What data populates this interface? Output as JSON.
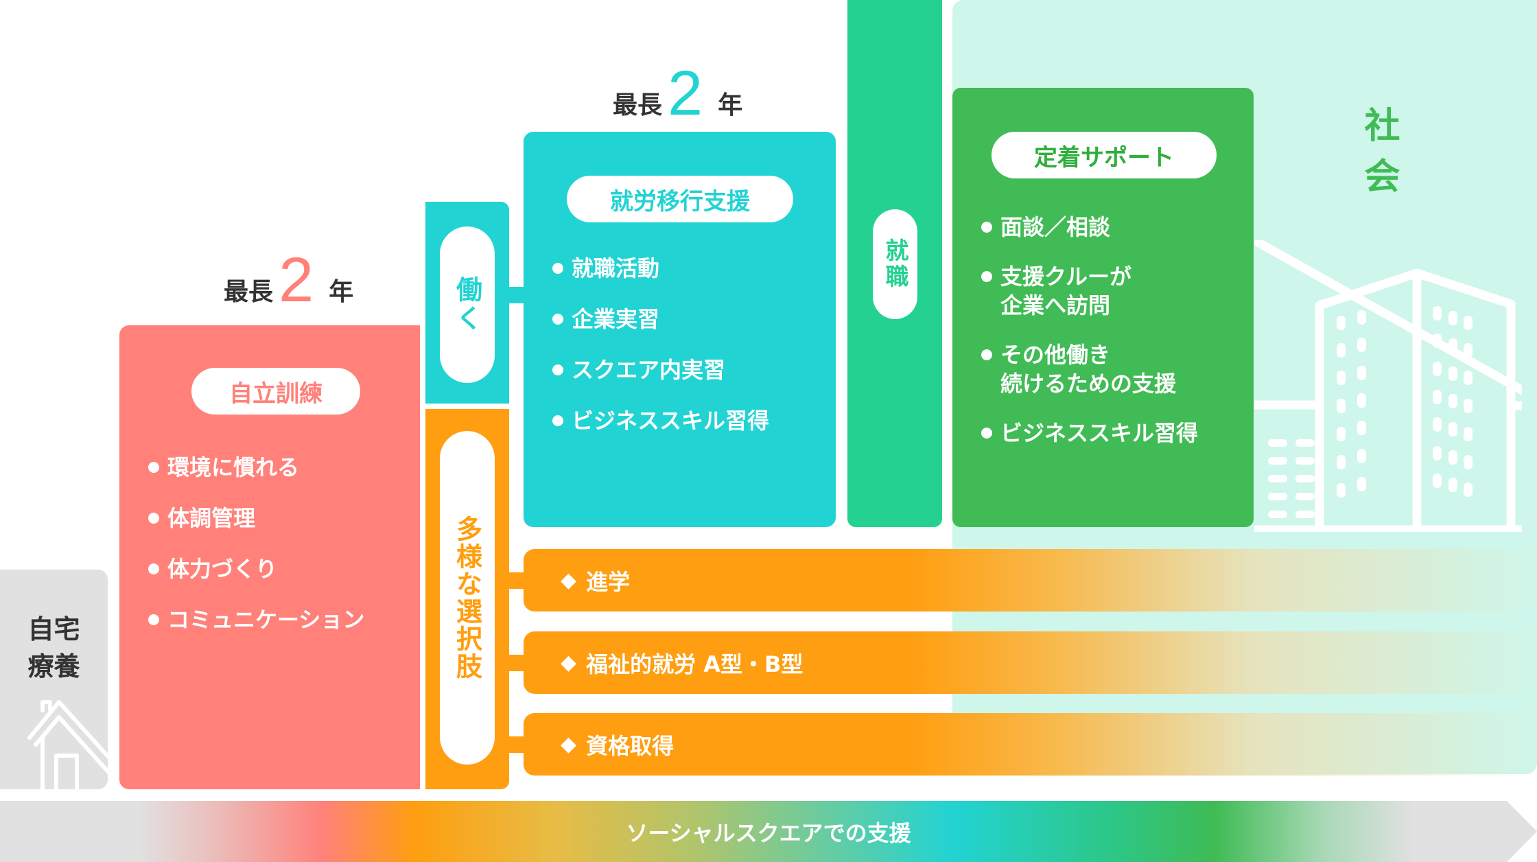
{
  "colors": {
    "home": "#E1E1E1",
    "training": "#FF817A",
    "work_branch": "#22D3D3",
    "options_branch": "#FF9E10",
    "transition": "#22D3D3",
    "employment": "#24D191",
    "retention": "#40BB55",
    "society_bg": "#CEF6EA",
    "text_dark": "#333333"
  },
  "home": {
    "label_line1": "自宅",
    "label_line2": "療養",
    "icon": "house-icon"
  },
  "training": {
    "duration": {
      "prefix": "最長",
      "number": "2",
      "suffix": "年"
    },
    "title": "自立訓練",
    "items": [
      "環境に慣れる",
      "体調管理",
      "体力づくり",
      "コミュニケーション"
    ]
  },
  "branches": {
    "work": "働く",
    "options": "多様な選択肢"
  },
  "transition": {
    "duration": {
      "prefix": "最長",
      "number": "2",
      "suffix": "年"
    },
    "title": "就労移行支援",
    "items": [
      "就職活動",
      "企業実習",
      "スクエア内実習",
      "ビジネススキル習得"
    ]
  },
  "employment": {
    "label": "就職"
  },
  "retention": {
    "title": "定着サポート",
    "items": [
      [
        "面談／相談"
      ],
      [
        "支援クルーが",
        "企業へ訪問"
      ],
      [
        "その他働き",
        "続けるための支援"
      ],
      [
        "ビジネススキル習得"
      ]
    ]
  },
  "society": {
    "label": "社会",
    "icon": "buildings-icon"
  },
  "options": [
    {
      "marker": "◆",
      "label": "進学"
    },
    {
      "marker": "◆",
      "label": "福祉的就労 A型・B型"
    },
    {
      "marker": "◆",
      "label": "資格取得"
    }
  ],
  "footer": {
    "label": "ソーシャルスクエアでの支援"
  }
}
